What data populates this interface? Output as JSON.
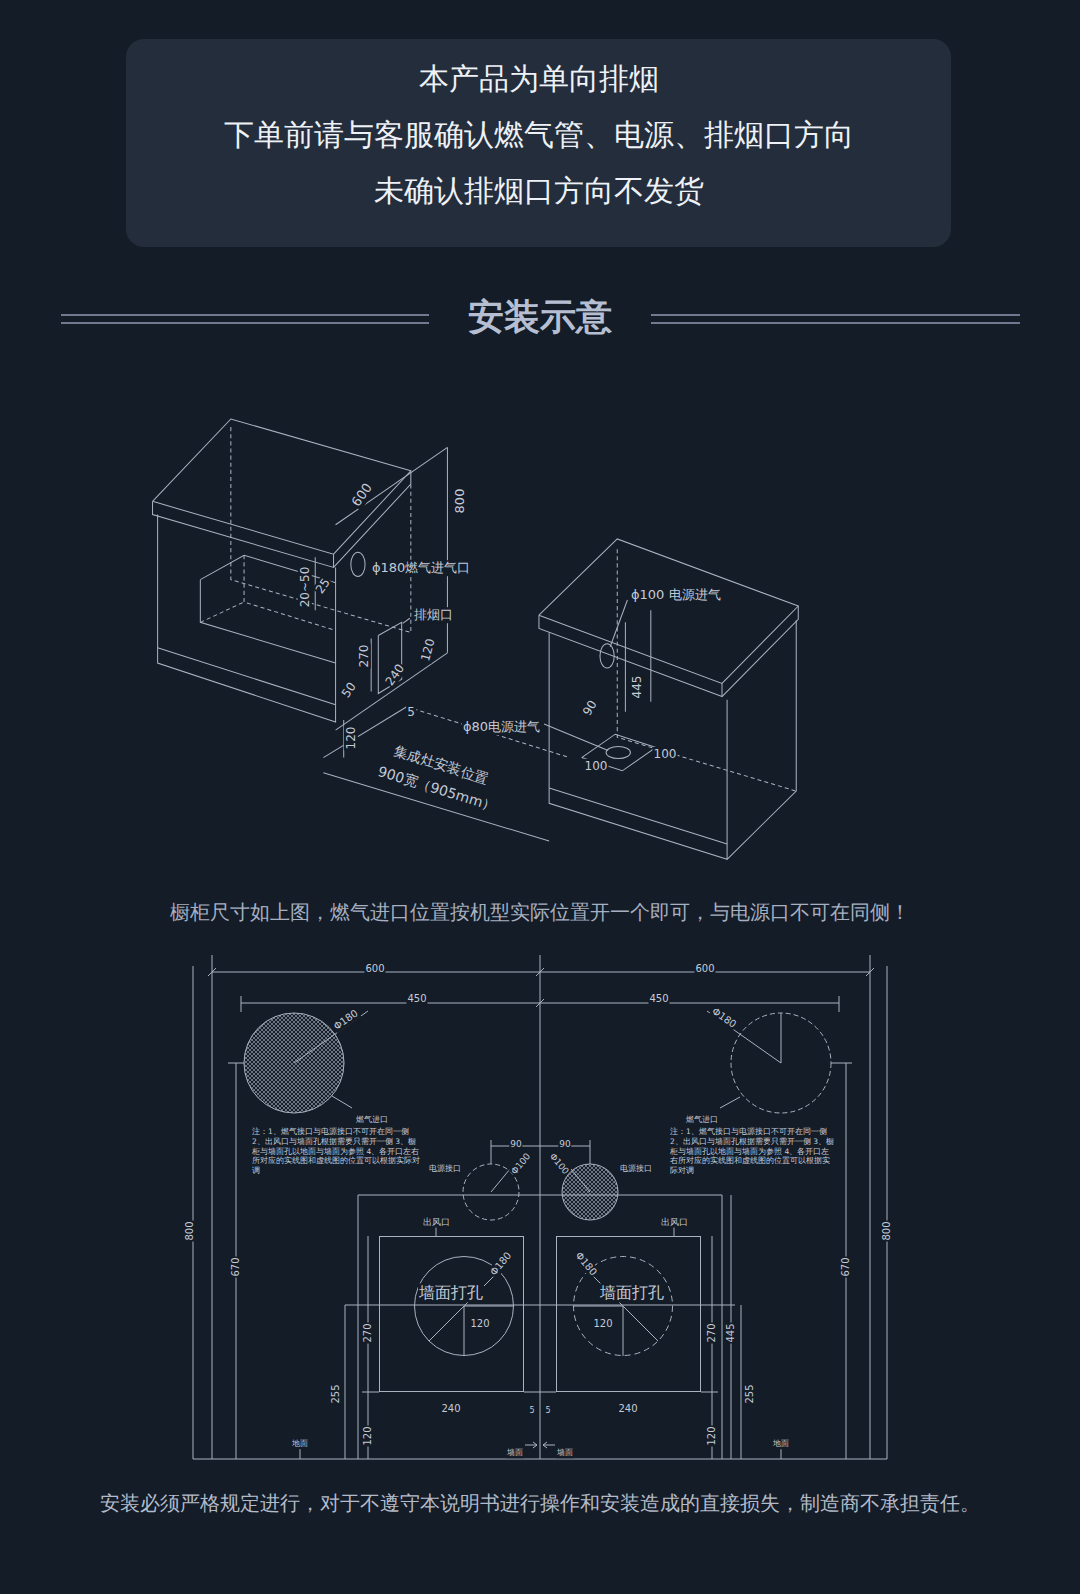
{
  "diagram": {
    "title": "安装示意",
    "caption": "橱柜尺寸如上图，燃气进口位置按机型实际位置开一个即可，与电源口不可在同侧！",
    "nodes": [
      {
        "text": [
          "本产品为单向排烟",
          "下单前请与客服确认燃气管、电源、排烟口方向",
          "未确认排烟口方向不发货"
        ]
      },
      {
        "text": [
          "出风口"
        ]
      },
      {
        "text": [
          "Φ180",
          "墙面打孔",
          "120"
        ],
        "in": 1
      },
      {
        "text": [
          "出风口"
        ]
      },
      {
        "text": [
          "Φ180",
          "墙面打孔",
          "120"
        ],
        "in": 3
      }
    ],
    "labels": [
      "600",
      "800",
      "ϕ180燃气进气口",
      "20~50",
      "25",
      "排烟口",
      "270",
      "120",
      "240",
      "5",
      "50",
      "120",
      "集成灶安装位置",
      "900宽（905mm）",
      "ϕ100 电源进气",
      "445",
      "90",
      "ϕ80电源进气",
      "100",
      "100",
      "600",
      "600",
      "450",
      "450",
      "Φ180",
      "燃气进口",
      "Φ180",
      "燃气进口",
      "注：1、燃气接口与电源接口不可开在同一侧 2、出风口与墙面孔根据需要只需开一侧 3、橱柜与墙面孔以地面与墙面为参照 4、各开口左右所对应的实线图和虚线图的位置可以根据实际对调",
      "注：1、燃气接口与电源接口不可开在同一侧 2、出风口与墙面孔根据需要只需开一侧 3、橱柜与墙面孔以地面与墙面为参照 4、各开口左右所对应的实线图和虚线图的位置可以根据实际对调",
      "90",
      "90",
      "Φ100",
      "Φ100",
      "电源接口",
      "电源接口",
      "800",
      "670",
      "270",
      "255",
      "120",
      "地面",
      "240",
      "5",
      "5",
      "墙面",
      "墙面",
      "240",
      "270",
      "445",
      "120",
      "255",
      "670",
      "800",
      "地面",
      "安装必须严格规定进行，对于不遵守本说明书进行操作和安装造成的直接损失，制造商不承担责任。"
    ]
  }
}
